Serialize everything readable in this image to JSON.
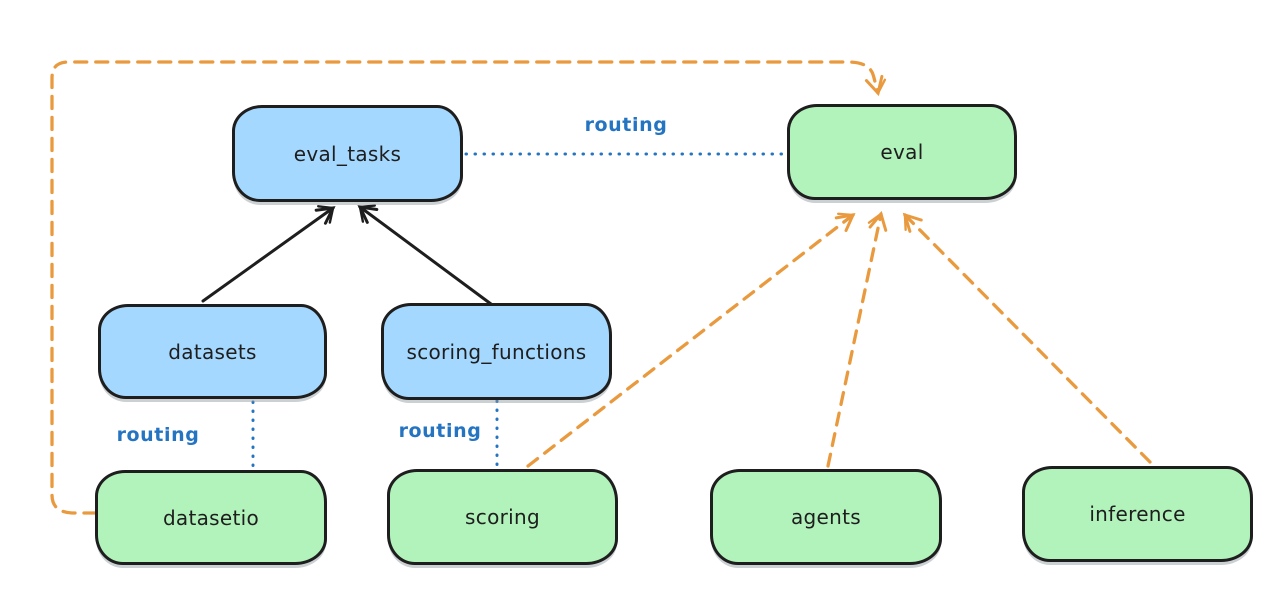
{
  "nodes": {
    "eval_tasks": {
      "label": "eval_tasks",
      "fill": "blue"
    },
    "eval": {
      "label": "eval",
      "fill": "green"
    },
    "datasets": {
      "label": "datasets",
      "fill": "blue"
    },
    "scoring_functions": {
      "label": "scoring_functions",
      "fill": "blue"
    },
    "datasetio": {
      "label": "datasetio",
      "fill": "green"
    },
    "scoring": {
      "label": "scoring",
      "fill": "green"
    },
    "agents": {
      "label": "agents",
      "fill": "green"
    },
    "inference": {
      "label": "inference",
      "fill": "green"
    }
  },
  "edge_labels": {
    "eval_tasks_to_eval": "routing",
    "datasets_to_datasetio": "routing",
    "scoring_functions_to_scoring": "routing"
  },
  "edges": [
    {
      "from": "datasets",
      "to": "eval_tasks",
      "style": "solid",
      "color": "black",
      "arrow": true,
      "label": ""
    },
    {
      "from": "scoring_functions",
      "to": "eval_tasks",
      "style": "solid",
      "color": "black",
      "arrow": true,
      "label": ""
    },
    {
      "from": "eval_tasks",
      "to": "eval",
      "style": "dotted",
      "color": "blue",
      "arrow": false,
      "label": "routing"
    },
    {
      "from": "datasets",
      "to": "datasetio",
      "style": "dotted",
      "color": "blue",
      "arrow": false,
      "label": "routing"
    },
    {
      "from": "scoring_functions",
      "to": "scoring",
      "style": "dotted",
      "color": "blue",
      "arrow": false,
      "label": "routing"
    },
    {
      "from": "datasetio",
      "to": "eval",
      "style": "dashed",
      "color": "orange",
      "arrow": true,
      "label": "",
      "route": "left-top-loop"
    },
    {
      "from": "scoring",
      "to": "eval",
      "style": "dashed",
      "color": "orange",
      "arrow": true,
      "label": ""
    },
    {
      "from": "agents",
      "to": "eval",
      "style": "dashed",
      "color": "orange",
      "arrow": true,
      "label": ""
    },
    {
      "from": "inference",
      "to": "eval",
      "style": "dashed",
      "color": "orange",
      "arrow": true,
      "label": ""
    }
  ],
  "colors": {
    "node_blue_fill": "#a5d8ff",
    "node_green_fill": "#b2f2bb",
    "stroke_dark": "#1e1e1e",
    "routing_blue": "#2474c2",
    "arrow_orange": "#ea9a3e",
    "background": "#ffffff"
  }
}
